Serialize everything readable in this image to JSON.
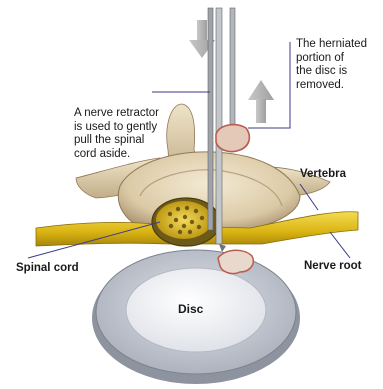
{
  "labels": {
    "herniated_note": "The herniated\nportion of\nthe disc is\nremoved.",
    "retractor_note": "A nerve retractor\nis used to gently\npull the spinal\ncord aside.",
    "vertebra": "Vertebra",
    "spinal_cord": "Spinal cord",
    "nerve_root": "Nerve root",
    "disc": "Disc"
  },
  "colors": {
    "bone_light": "#e9dcc0",
    "bone_shadow": "#b9a47e",
    "nerve_yellow": "#e7c51b",
    "disc_outer": "#c9ced6",
    "disc_inner": "#f3f4f7",
    "arrow_gray": "#bdbdbd",
    "callout_line": "#3a3a8a",
    "tissue_red": "#b75d4e"
  }
}
